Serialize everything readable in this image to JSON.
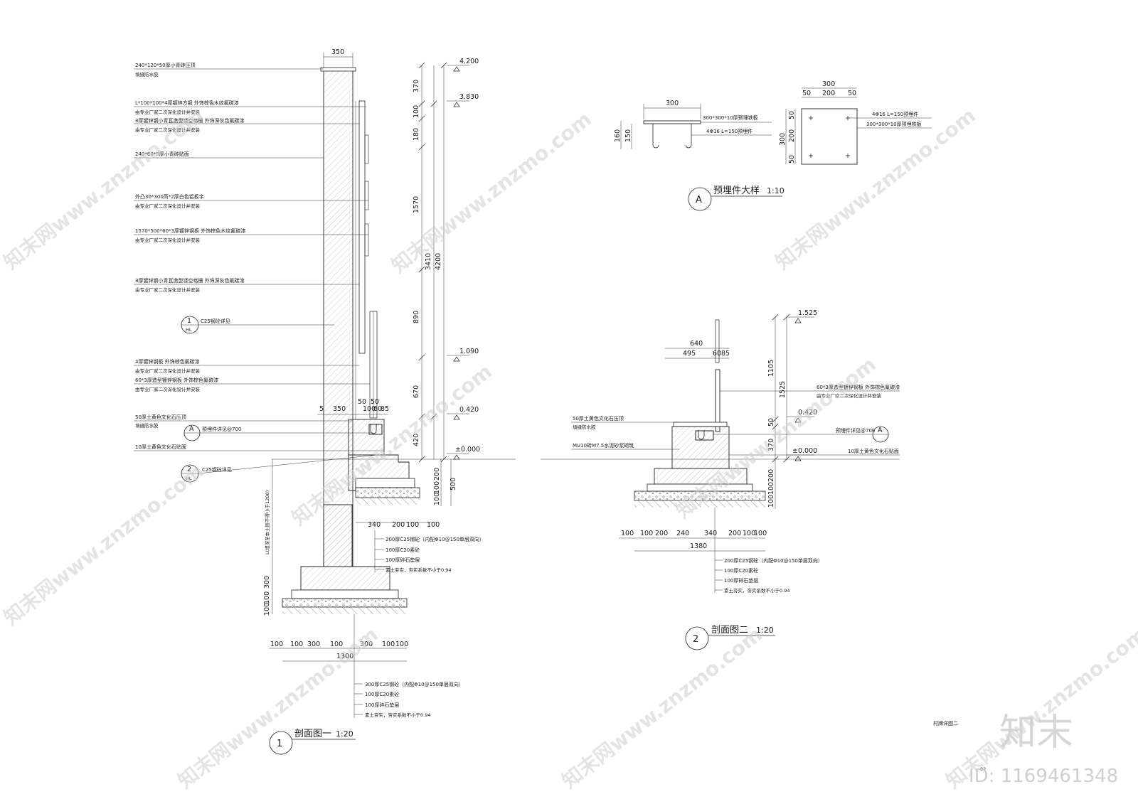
{
  "colors": {
    "line": "#222222",
    "hatch": "#888888",
    "watermark": "#cfcfcf"
  },
  "section1": {
    "top_width": "350",
    "annotations": [
      {
        "main": "240*120*50厚小青砖压顶",
        "sub": "填缝防水胶"
      },
      {
        "main": "L*100*100*4厚镀锌方钢 外饰棕色木纹氟碳漆",
        "sub": "由专业厂家二次深化设计并安装"
      },
      {
        "main": "3厚镀锌钢小青瓦造型镂空格栅 外饰深灰色氟碳漆",
        "sub": "由专业厂家二次深化设计并安装"
      },
      {
        "main": "240*60*5厚小青砖贴面",
        "sub": ""
      },
      {
        "main": "外凸30*300高*2厚白色铝板字",
        "sub": "由专业厂家二次深化设计并安装"
      },
      {
        "main": "1570*500*60*3厚镀锌钢板 外饰棕色木纹氟碳漆",
        "sub": "由专业厂家二次深化设计并安装"
      },
      {
        "main": "3厚镀锌钢小青瓦造型镂空格栅 外饰深灰色氟碳漆",
        "sub": "由专业厂家二次深化设计并安装"
      },
      {
        "main": "4厚镀锌钢板 外饰棕色氟碳漆",
        "sub": "由专业厂家二次深化设计并安装"
      },
      {
        "main": "60*3厚造型镀锌钢板 外饰棕色氟碳漆",
        "sub": "由专业厂家二次深化设计并安装"
      },
      {
        "main": "50厚土黄色文化石压顶",
        "sub": "填缝防水胶"
      },
      {
        "main": "10厚土黄色文化石贴面",
        "sub": ""
      }
    ],
    "callout1": {
      "num": "1",
      "ref": "HL",
      "text": "C25钢砼详见"
    },
    "calloutA": {
      "letter": "A",
      "text": "预埋件详见@700"
    },
    "callout2": {
      "num": "2",
      "ref": "HL",
      "text": "C25钢砼详见"
    },
    "levels": [
      "4.200",
      "3.830",
      "1.090",
      "0.420",
      "±0.000"
    ],
    "vdims_outer": [
      "4200"
    ],
    "vdims_mid": [
      "3410"
    ],
    "vdims_inner": [
      "370",
      "100",
      "180",
      "1570",
      "890",
      "670",
      "420"
    ],
    "vdims_found": [
      "200",
      "100",
      "100",
      "500"
    ],
    "left_dims": [
      "L(埋深至本土层不得小于1200)",
      "300",
      "100",
      "100"
    ],
    "top_small_dims": [
      "5",
      "350",
      "100",
      "60",
      "85",
      "50",
      "50"
    ],
    "found_top_dims": [
      "340",
      "200",
      "100",
      "100"
    ],
    "bottom_dims": [
      "100",
      "100",
      "300",
      "100",
      "300",
      "100",
      "100"
    ],
    "bottom_total": "1300",
    "layers_top": [
      "200厚C25钢砼（内配Φ10@150单层双向）",
      "100厚C20素砼",
      "100厚碎石垫层",
      "素土夯实，夯实系数不小于0.94"
    ],
    "layers_bottom": [
      "300厚C25钢砼（内配Φ10@150单层双向）",
      "100厚C20素砼",
      "100厚碎石垫层",
      "素土夯实，夯实系数不小于0.94"
    ],
    "title": "剖面图一",
    "scale": "1:20",
    "title_num": "1"
  },
  "detailA": {
    "left_width": "300",
    "left_heights": [
      "160",
      "150"
    ],
    "left_labels": [
      "300*300*10厚预埋铁板",
      "4Φ16 L=150预埋件"
    ],
    "right_top": "300",
    "right_sub": [
      "50",
      "200",
      "50"
    ],
    "right_side": [
      "50",
      "200",
      "50"
    ],
    "right_total": "300",
    "right_labels": [
      "4Φ16 L=150预埋件",
      "300*300*10厚预埋铁板"
    ],
    "title_letter": "A",
    "title": "预埋件大样",
    "scale": "1:10"
  },
  "section2": {
    "top_dims": [
      "640",
      "495",
      "60",
      "85"
    ],
    "levels": [
      "1.525",
      "0.420",
      "±0.000"
    ],
    "vdims_inner": [
      "1105",
      "50",
      "370"
    ],
    "vdims_outer": [
      "1525"
    ],
    "vdims_found": [
      "200",
      "100",
      "100"
    ],
    "annotations_left": [
      "50厚土黄色文化石压顶",
      "填缝防水胶",
      "MU10砖M7.5水泥砂浆砌筑"
    ],
    "annotation_right": {
      "main": "60*3厚造型镀锌钢板 外饰棕色氟碳漆",
      "sub": "由专业厂家二次深化设计并安装"
    },
    "calloutA": {
      "letter": "A",
      "text": "预埋件详见@700"
    },
    "label_stone": "10厚土黄色文化石贴面",
    "bottom_dims": [
      "100",
      "100",
      "200",
      "240",
      "340",
      "200",
      "100",
      "100"
    ],
    "bottom_total": "1380",
    "layers": [
      "200厚C25钢砼（内配Φ10@150单层双向）",
      "100厚C20素砼",
      "100厚碎石垫层",
      "素土夯实，夯实系数不小于0.94"
    ],
    "title": "剖面图二",
    "scale": "1:20",
    "title_num": "2"
  },
  "sheet_label": "村牌详图二",
  "page_num": "02",
  "logo_text": "知末",
  "id_text": "ID: 1169461348",
  "watermark_text": "知末网www.znzmo.com"
}
